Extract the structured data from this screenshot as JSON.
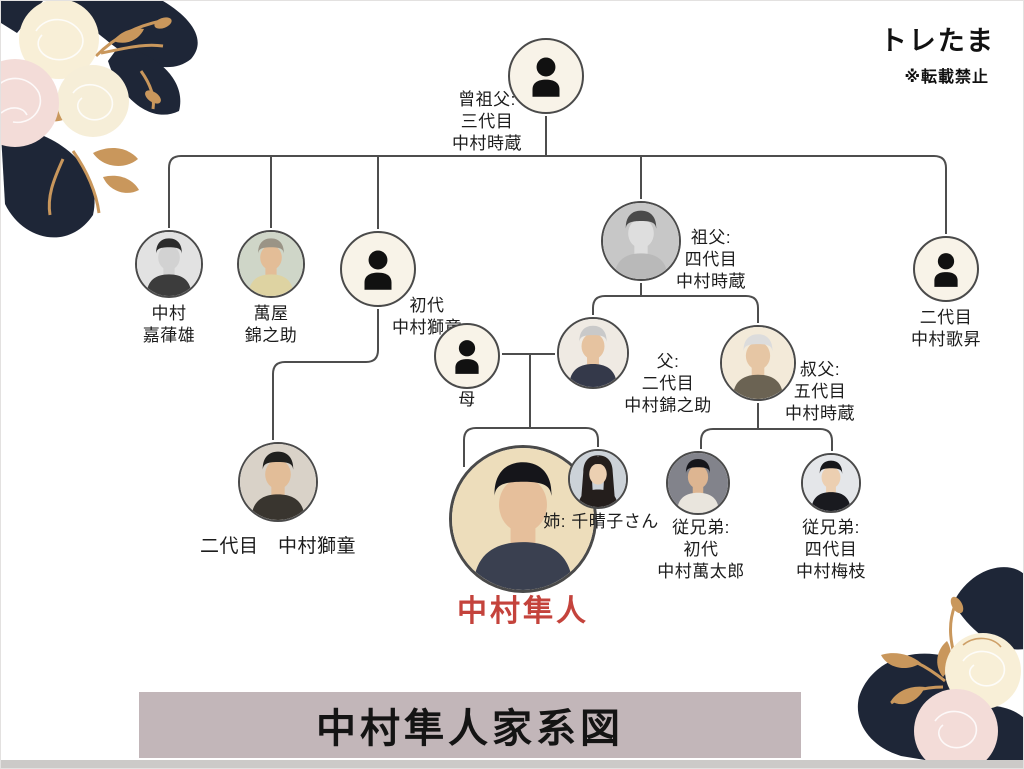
{
  "page": {
    "watermark": "トレたま",
    "notice": "※転載禁止",
    "banner_title": "中村隼人家系図"
  },
  "colors": {
    "accent_red": "#c4433c",
    "banner_bg": "#c2b6b9",
    "connector_line": "#4d4d4d",
    "icon_circle_bg": "#f8f3e8",
    "deco_navy": "#1e2637",
    "deco_cream": "#f8efd7",
    "deco_pink": "#f3dcd8",
    "deco_gold": "#c9975c"
  },
  "icons": {
    "person_silhouette": "👤"
  },
  "people": {
    "great_grandfather": {
      "lines": [
        "曾祖父:",
        "三代目",
        "中村時蔵"
      ]
    },
    "katsuo": {
      "lines": [
        "中村",
        "嘉葎雄"
      ]
    },
    "yorozuya_kinnosuke": {
      "lines": [
        "萬屋",
        "錦之助"
      ]
    },
    "shodai_shido": {
      "lines": [
        "初代",
        "中村獅童"
      ]
    },
    "grandfather": {
      "lines": [
        "祖父:",
        "四代目",
        "中村時蔵"
      ]
    },
    "kasho": {
      "lines": [
        "二代目",
        "中村歌昇"
      ]
    },
    "mother": {
      "lines": [
        "母"
      ]
    },
    "father": {
      "lines": [
        "父:",
        "二代目",
        "中村錦之助"
      ]
    },
    "uncle": {
      "lines": [
        "叔父:",
        "五代目",
        "中村時蔵"
      ]
    },
    "nidaime_shido": {
      "lines": [
        "二代目　中村獅童"
      ]
    },
    "hayato": {
      "lines": [
        "中村隼人"
      ]
    },
    "sister": {
      "lines": [
        "姉: 千晴子さん"
      ]
    },
    "cousin_mantaro": {
      "lines": [
        "従兄弟:",
        "初代",
        "中村萬太郎"
      ]
    },
    "cousin_baishi": {
      "lines": [
        "従兄弟:",
        "四代目",
        "中村梅枝"
      ]
    }
  }
}
